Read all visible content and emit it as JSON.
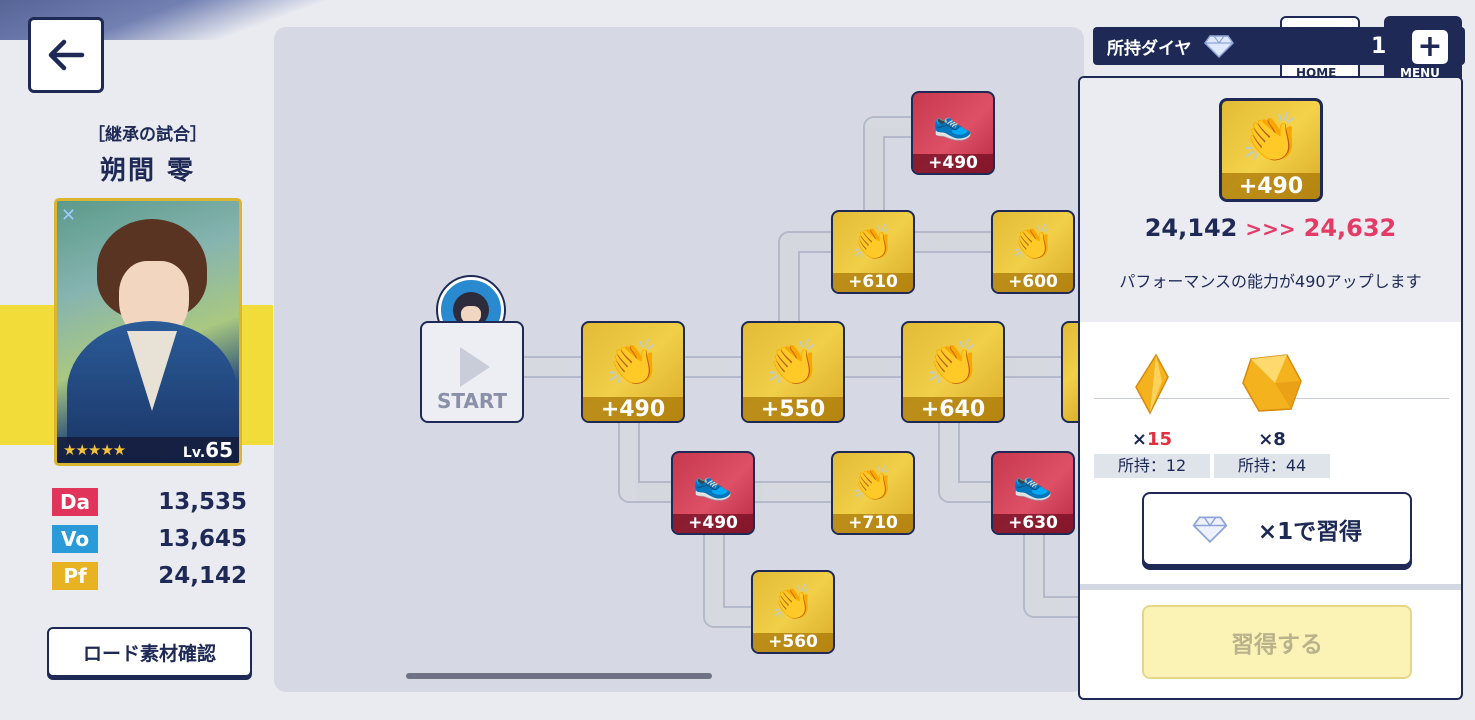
{
  "header": {
    "diamond_label": "所持ダイヤ",
    "diamond_count": "1",
    "plus_label": "+",
    "home_label": "HOME",
    "menu_label": "MENU"
  },
  "character": {
    "unit_type": "［継承の試合］",
    "name": "朔間 零",
    "level_prefix": "Lv.",
    "level": "65",
    "stars": "★★★★★",
    "stats": [
      {
        "label": "Da",
        "value": "13,535",
        "color": "#e0345a"
      },
      {
        "label": "Vo",
        "value": "13,645",
        "color": "#2a9ad8"
      },
      {
        "label": "Pf",
        "value": "24,142",
        "color": "#e8b323"
      }
    ],
    "road_button": "ロード素材確認"
  },
  "map": {
    "start_label": "START",
    "nodes": [
      {
        "kind": "yellow",
        "value": "+490"
      },
      {
        "kind": "yellow",
        "value": "+550"
      },
      {
        "kind": "yellow",
        "value": "+640"
      },
      {
        "kind": "yellow",
        "value": "+610"
      },
      {
        "kind": "red",
        "value": "+490"
      },
      {
        "kind": "yellow",
        "value": "+600"
      },
      {
        "kind": "red",
        "value": "+490"
      },
      {
        "kind": "yellow",
        "value": "+710"
      },
      {
        "kind": "yellow",
        "value": "+560"
      },
      {
        "kind": "red",
        "value": "+630"
      }
    ]
  },
  "detail": {
    "skill_value": "+490",
    "from": "24,142",
    "arrows": ">>>",
    "to": "24,632",
    "description": "パフォーマンスの能力が490アップします",
    "materials": [
      {
        "need_prefix": "×",
        "need": "15",
        "own": "所持：12"
      },
      {
        "need_prefix": "×",
        "need": "8",
        "own": "所持：44"
      }
    ],
    "learn_dia_label": "×1で習得",
    "learn_label": "習得する"
  }
}
